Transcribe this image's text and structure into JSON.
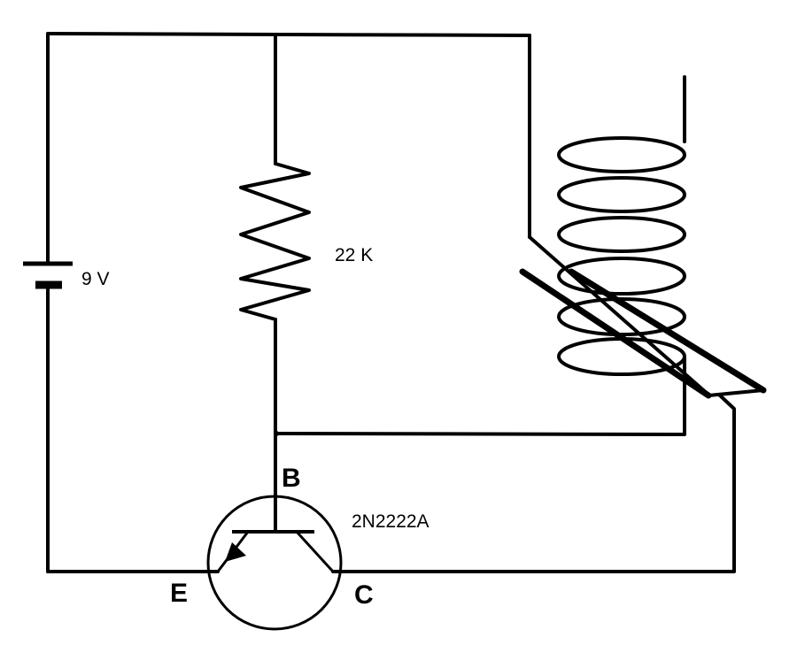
{
  "battery": {
    "voltage_label": "9 V"
  },
  "resistor": {
    "value_label": "22 K"
  },
  "transistor": {
    "part_label": "2N2222A",
    "base_label": "B",
    "emitter_label": "E",
    "collector_label": "C"
  },
  "colors": {
    "ink": "#000000",
    "background": "#ffffff"
  }
}
